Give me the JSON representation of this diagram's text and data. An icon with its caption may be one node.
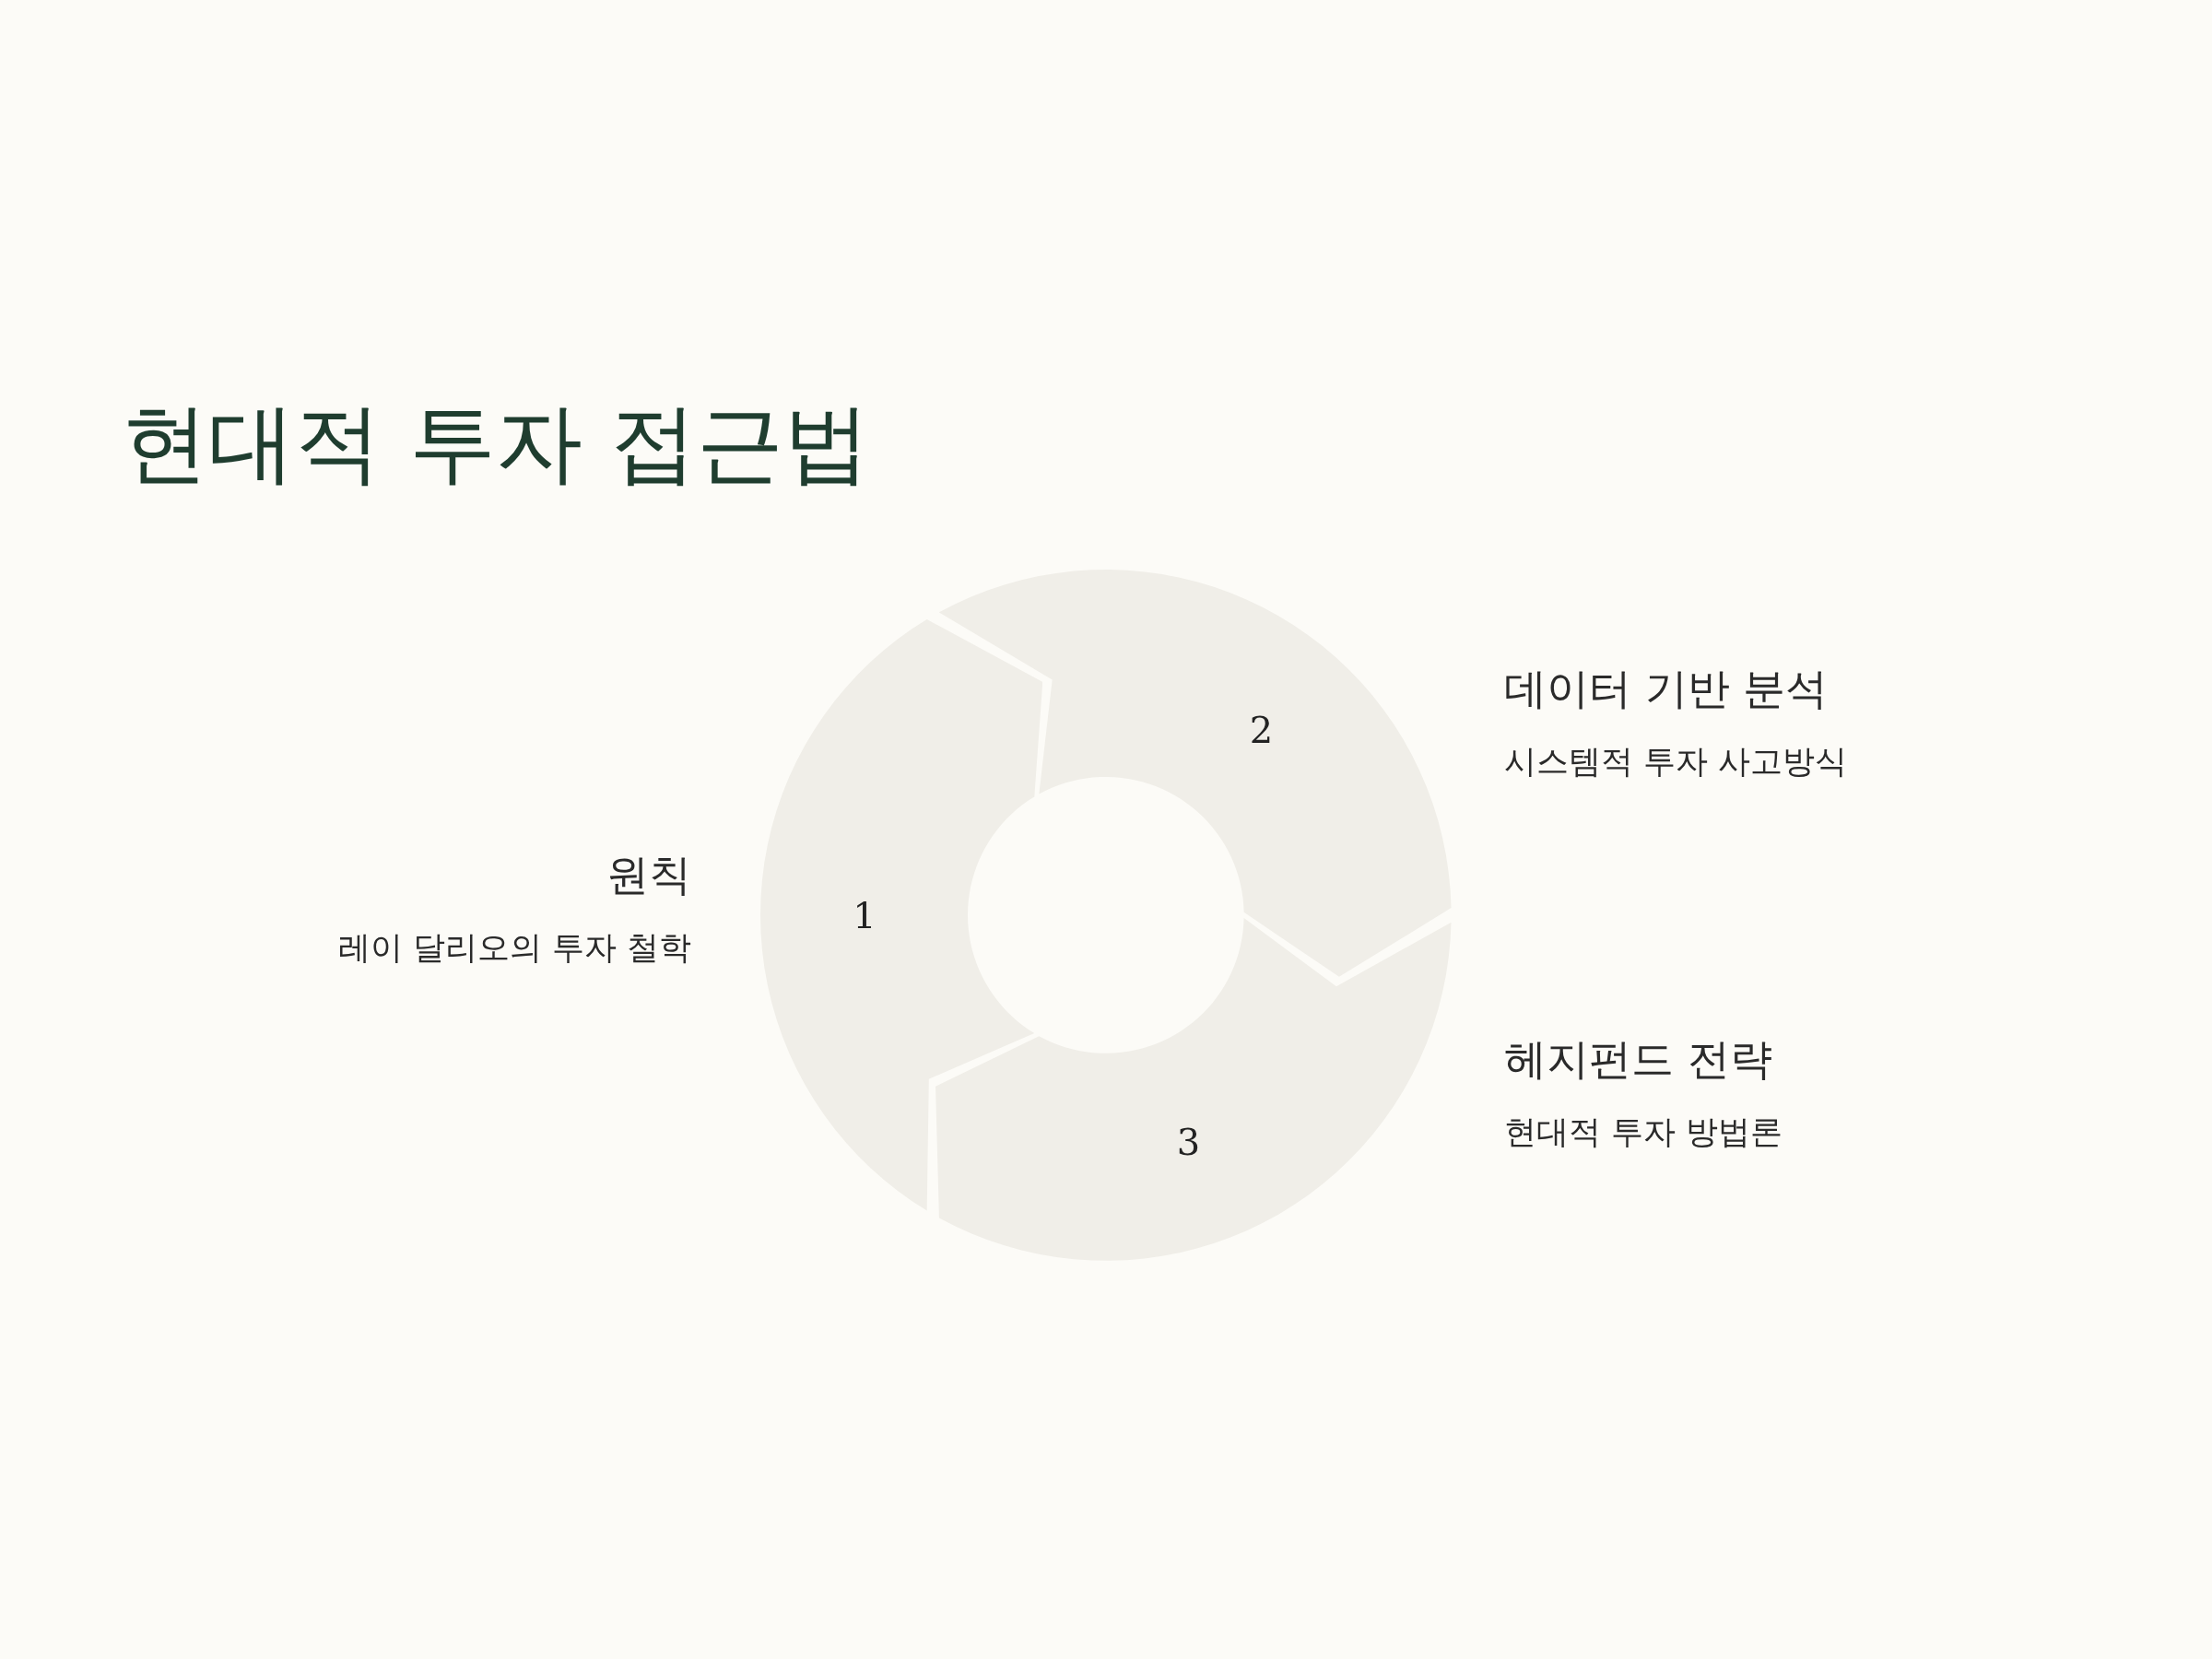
{
  "diagram": {
    "title": "현대적 투자 접근법",
    "nodes": [
      {
        "text": [
          "1"
        ],
        "beside": [
          "원칙",
          "레이 달리오의 투자 철학"
        ]
      },
      {
        "text": [
          "2"
        ],
        "beside": [
          "데이터 기반 분석",
          "시스템적 투자 사고방식"
        ]
      },
      {
        "text": [
          "3"
        ],
        "beside": [
          "헤지펀드 전략",
          "현대적 투자 방법론"
        ]
      }
    ],
    "edges": []
  }
}
